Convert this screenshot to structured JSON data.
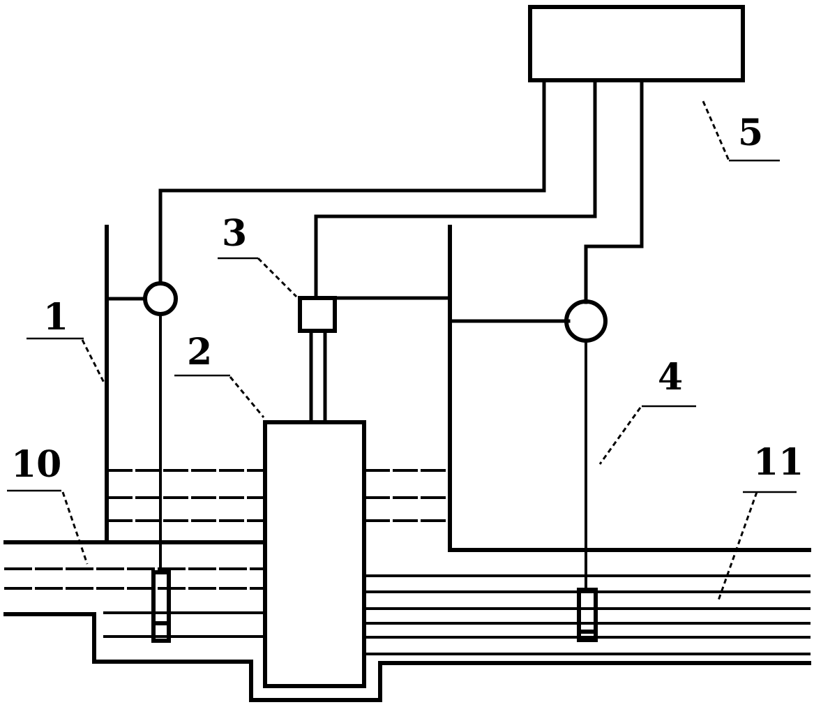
{
  "labels": {
    "l1": "1",
    "l2": "2",
    "l3": "3",
    "l4": "4",
    "l5": "5",
    "l10": "10",
    "l11": "11"
  },
  "colors": {
    "line": "#000000",
    "background": "#ffffff"
  }
}
